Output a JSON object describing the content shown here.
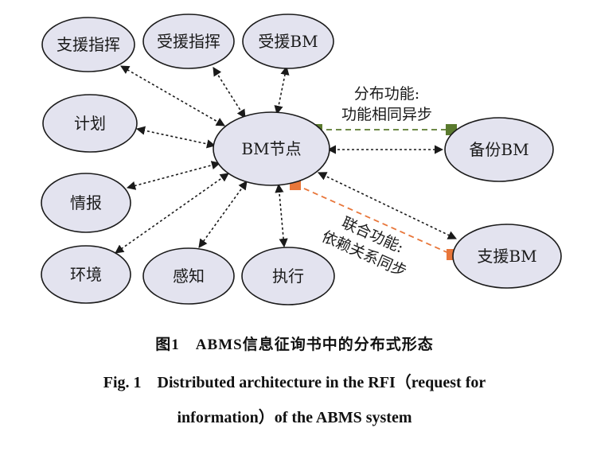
{
  "diagram": {
    "center": "BM节点",
    "nodes": [
      {
        "id": "zhiyuan-zhihui",
        "label": "支援指挥"
      },
      {
        "id": "shouyuan-zhihui",
        "label": "受援指挥"
      },
      {
        "id": "shouyuan-bm",
        "label": "受援BM"
      },
      {
        "id": "jihua",
        "label": "计划"
      },
      {
        "id": "qingbao",
        "label": "情报"
      },
      {
        "id": "huanjing",
        "label": "环境"
      },
      {
        "id": "ganzhi",
        "label": "感知"
      },
      {
        "id": "zhixing",
        "label": "执行"
      },
      {
        "id": "beifen-bm",
        "label": "备份BM"
      },
      {
        "id": "zhiyuan-bm",
        "label": "支援BM"
      }
    ],
    "annotations": {
      "distributed_line1": "分布功能:",
      "distributed_line2": "功能相同异步",
      "federated_line1": "联合功能:",
      "federated_line2": "依赖关系同步"
    },
    "colors": {
      "node_fill": "#e3e3ef",
      "node_stroke": "#1a1a1a",
      "green": "#5a7a2e",
      "orange": "#e8763a"
    }
  },
  "caption": {
    "cn": "图1　ABMS信息征询书中的分布式形态",
    "en_line1": "Fig. 1　Distributed architecture in the RFI（request for",
    "en_line2": "information）of the ABMS system"
  }
}
